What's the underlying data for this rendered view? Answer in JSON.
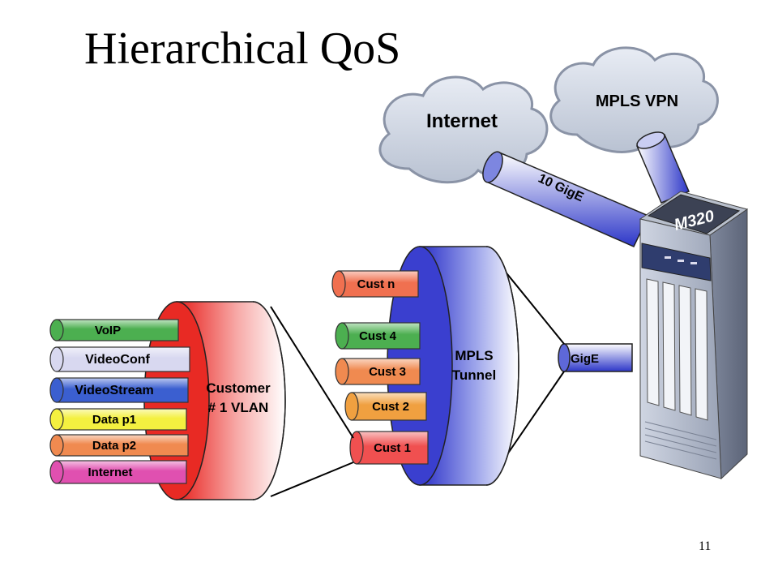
{
  "slide": {
    "title": "Hierarchical QoS",
    "page_number": "11"
  },
  "clouds": {
    "internet": "Internet",
    "mpls_vpn": "MPLS VPN"
  },
  "links": {
    "ten_gige": "10 GigE",
    "gige": "GigE"
  },
  "router": {
    "model": "M320"
  },
  "vlan": {
    "line1": "Customer",
    "line2": "# 1 VLAN"
  },
  "tunnel": {
    "line1": "MPLS",
    "line2": "Tunnel"
  },
  "services": [
    {
      "label": "VoIP",
      "color": "#4caf50"
    },
    {
      "label": "VideoConf",
      "color": "#d8d8f0"
    },
    {
      "label": "VideoStream",
      "color": "#3b5fd0"
    },
    {
      "label": "Data p1",
      "color": "#f4f040"
    },
    {
      "label": "Data p2",
      "color": "#f08a50"
    },
    {
      "label": "Internet",
      "color": "#e050b0"
    }
  ],
  "customers": [
    {
      "label": "Cust n",
      "color": "#f07050"
    },
    {
      "label": "Cust 4",
      "color": "#4caf50"
    },
    {
      "label": "Cust 3",
      "color": "#f08a50"
    },
    {
      "label": "Cust 2",
      "color": "#f0a040"
    },
    {
      "label": "Cust 1",
      "color": "#f05050"
    }
  ]
}
